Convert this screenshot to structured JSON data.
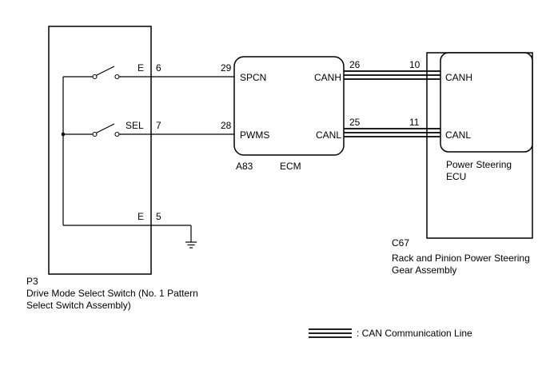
{
  "switch_assembly": {
    "code": "P3",
    "name_line1": "Drive Mode Select Switch (No. 1 Pattern",
    "name_line2": "Select Switch Assembly)",
    "terminals": [
      {
        "name": "E",
        "pin": "6"
      },
      {
        "name": "SEL",
        "pin": "7"
      },
      {
        "name": "E",
        "pin": "5"
      }
    ]
  },
  "ecm": {
    "code": "A83",
    "name": "ECM",
    "left_terminals": [
      {
        "pin": "29",
        "name": "SPCN"
      },
      {
        "pin": "28",
        "name": "PWMS"
      }
    ],
    "right_terminals": [
      {
        "name": "CANH",
        "pin": "26"
      },
      {
        "name": "CANL",
        "pin": "25"
      }
    ]
  },
  "power_steering_ecu": {
    "name_line1": "Power Steering",
    "name_line2": "ECU",
    "terminals": [
      {
        "pin": "10",
        "name": "CANH"
      },
      {
        "pin": "11",
        "name": "CANL"
      }
    ]
  },
  "gear_assembly": {
    "code": "C67",
    "name_line1": "Rack and Pinion Power Steering",
    "name_line2": "Gear Assembly"
  },
  "legend": {
    "label": ": CAN Communication Line"
  }
}
